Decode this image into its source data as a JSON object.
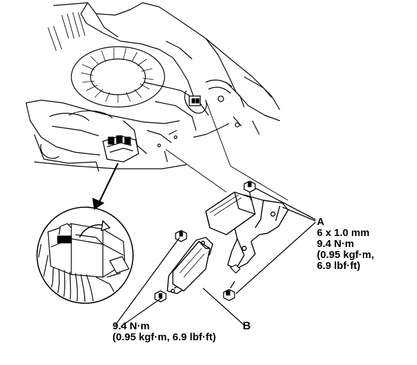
{
  "callouts": {
    "a": {
      "letter": "A",
      "bolt_size": "6 x 1.0 mm",
      "torque_nm": "9.4 N·m",
      "torque_kgf": "(0.95 kgf·m,",
      "torque_lbf": "6.9 lbf·ft)"
    },
    "b": {
      "letter": "B"
    },
    "b_torque": {
      "torque_nm": "9.4 N·m",
      "torque_imperial": "(0.95 kgf·m, 6.9 lbf·ft)"
    }
  },
  "colors": {
    "line": "#000000",
    "background": "#ffffff"
  }
}
